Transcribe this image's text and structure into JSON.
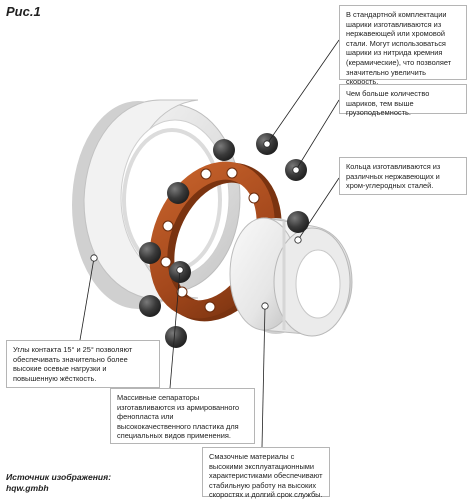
{
  "figure_label": "Рис.1",
  "callouts": {
    "balls": "В стандартной комплектации шарики изготавливаются из нержавеющей или хромовой стали. Могут использоваться шарики из нитрида кремния (керамические), что позволяет значительно увеличить скорость.",
    "count": "Чем больше количество шариков, тем выше грузоподъемность.",
    "rings": "Кольца изготавливаются из различных нержавеющих и хром-углеродных сталей.",
    "angles": "Углы контакта 15° и 25° позволяют обеспечивать значительно более высокие осевые нагрузки и повышенную жёсткость.",
    "separators": "Массивные сепараторы изготавливаются из армированного фенопласта или высококачественного пластика для специальных видов применения.",
    "lubrication": "Смазочные материалы с высокими эксплуатационными характеристиками обеспечивают стабильную работу на высоких скоростях и долгий срок службы."
  },
  "source": {
    "label": "Источник изображения:",
    "name": "hqw.gmbh"
  },
  "colors": {
    "cage": "#a4481c",
    "ball": "#3a3a3a",
    "ring": "#e4e4e4",
    "callout_border": "#b5b5b5"
  },
  "icons": [
    "ball-icon",
    "marker-dot-icon"
  ]
}
